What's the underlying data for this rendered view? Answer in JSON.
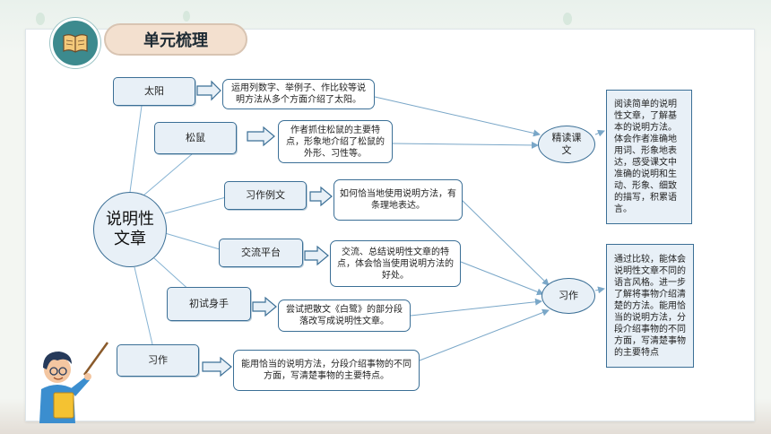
{
  "header": {
    "title": "单元梳理"
  },
  "center": {
    "label": "说明性文章"
  },
  "topics": [
    {
      "label": "太阳",
      "desc": "运用列数字、举例子、作比较等说明方法从多个方面介绍了太阳。"
    },
    {
      "label": "松鼠",
      "desc": "作者抓住松鼠的主要特点，形象地介绍了松鼠的外形、习性等。"
    },
    {
      "label": "习作例文",
      "desc": "如何恰当地使用说明方法，有条理地表达。"
    },
    {
      "label": "交流平台",
      "desc": "交流、总结说明性文章的特点，体会恰当使用说明方法的好处。"
    },
    {
      "label": "初试身手",
      "desc": "尝试把散文《白鹭》的部分段落改写成说明性文章。"
    },
    {
      "label": "习作",
      "desc": "能用恰当的说明方法，分段介绍事物的不同方面，写清楚事物的主要特点。"
    }
  ],
  "groups": [
    {
      "label": "精读课文",
      "summary": "阅读简单的说明性文章，了解基本的说明方法。体会作者准确地用词、形象地表达，感受课文中准确的说明和生动、形象、细致的描写，积累语言。"
    },
    {
      "label": "习作",
      "summary": "通过比较，能体会说明性文章不同的语言风格。进一步了解将事物介绍清楚的方法。能用恰当的说明方法，分段介绍事物的不同方面，写清楚事物的主要特点"
    }
  ]
}
